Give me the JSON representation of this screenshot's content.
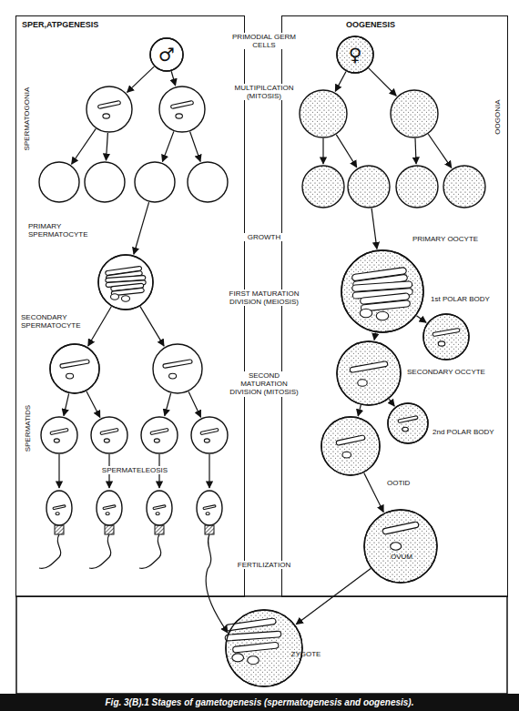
{
  "diagram": {
    "caption": "Fig. 3(B).1 Stages of gametogenesis (spermatogenesis and oogenesis).",
    "nodes": [
      {
        "text": [
          "SPER,ATPGENESIS"
        ]
      },
      {
        "text": [
          "OOGENESIS"
        ]
      },
      {
        "text": [
          "♂"
        ],
        "in": 0
      },
      {
        "text": [
          "PRIMARY SPERMATOCYTE"
        ],
        "in": 0
      },
      {
        "text": [
          "SECONDARY SPERMATOCYTE"
        ],
        "in": 0
      },
      {
        "text": [
          "♀"
        ],
        "in": 1
      },
      {
        "text": [
          "PRIMARY OOCYTE"
        ],
        "in": 1
      },
      {
        "text": [
          "1st POLAR BODY"
        ],
        "in": 1
      },
      {
        "text": [
          "SECONDARY OCCYTE"
        ],
        "in": 1
      },
      {
        "text": [
          "2nd POLAR BODY"
        ],
        "in": 1
      },
      {
        "text": [
          "OOTID"
        ],
        "in": 1
      },
      {
        "text": [
          "OVUM"
        ],
        "in": 1
      },
      {
        "text": [
          "ZYGOTE"
        ]
      }
    ],
    "edges": [
      {
        "from": 3,
        "to": 4,
        "arrow": "to"
      },
      {
        "from": 6,
        "to": 7,
        "arrow": "to"
      },
      {
        "from": 6,
        "to": 8,
        "arrow": "to"
      },
      {
        "from": 8,
        "to": 9,
        "arrow": "to"
      },
      {
        "from": 8,
        "to": 10,
        "arrow": "to"
      },
      {
        "from": 10,
        "to": 11,
        "arrow": "to"
      },
      {
        "from": 11,
        "to": 12,
        "arrow": "to"
      }
    ],
    "labels": [
      "SPERMATOGONIA",
      "SPERMATIDS",
      "OOGONIA",
      "PRIMODIAL GERM CELLS",
      "MULTIPILCATION (MITOSIS)",
      "GROWTH",
      "FIRST MATURATION DIVISION (MEIOSIS)",
      "SECOND MATURATION DIVISION (MITOSIS)",
      "SPERMATELEOSIS",
      "FERTILIZATION"
    ]
  }
}
